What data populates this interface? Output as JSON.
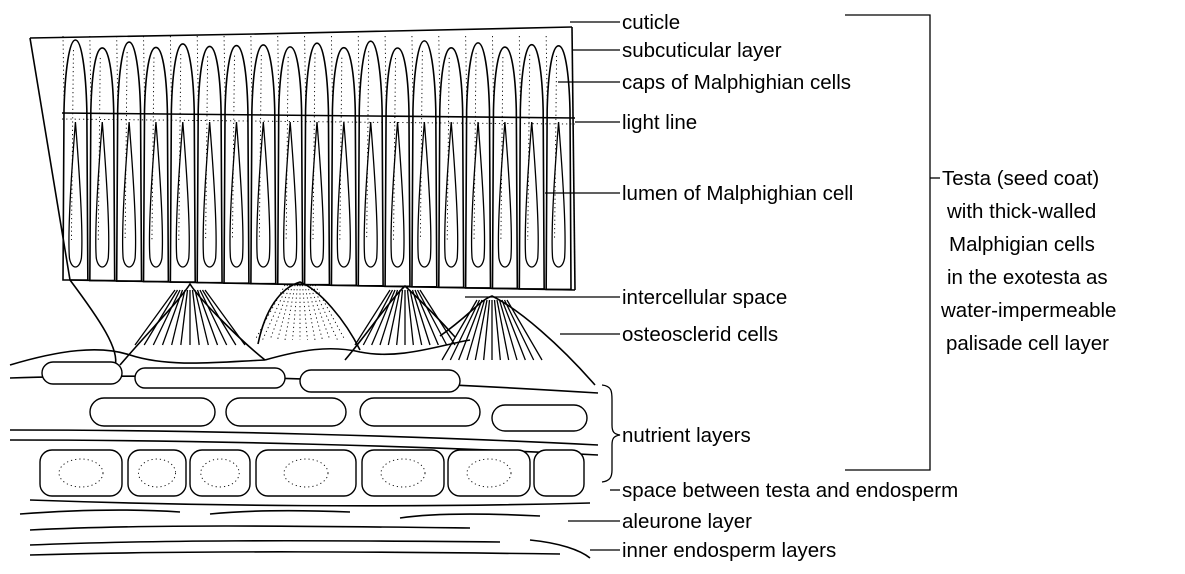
{
  "labels": {
    "cuticle": "cuticle",
    "subcuticular": "subcuticular layer",
    "caps": "caps of Malphighian cells",
    "light_line": "light line",
    "lumen": "lumen of Malphighian cell",
    "intercellular": "intercellular space",
    "osteosclerid": "osteosclerid cells",
    "nutrient": "nutrient layers",
    "space_between": "space between testa and endosperm",
    "aleurone": "aleurone layer",
    "inner_endosperm": "inner endosperm layers"
  },
  "testa_description": [
    "Testa (seed coat)",
    "with thick-walled",
    "Malphigian cells",
    "in the exotesta as",
    "water-impermeable",
    "palisade cell layer"
  ]
}
